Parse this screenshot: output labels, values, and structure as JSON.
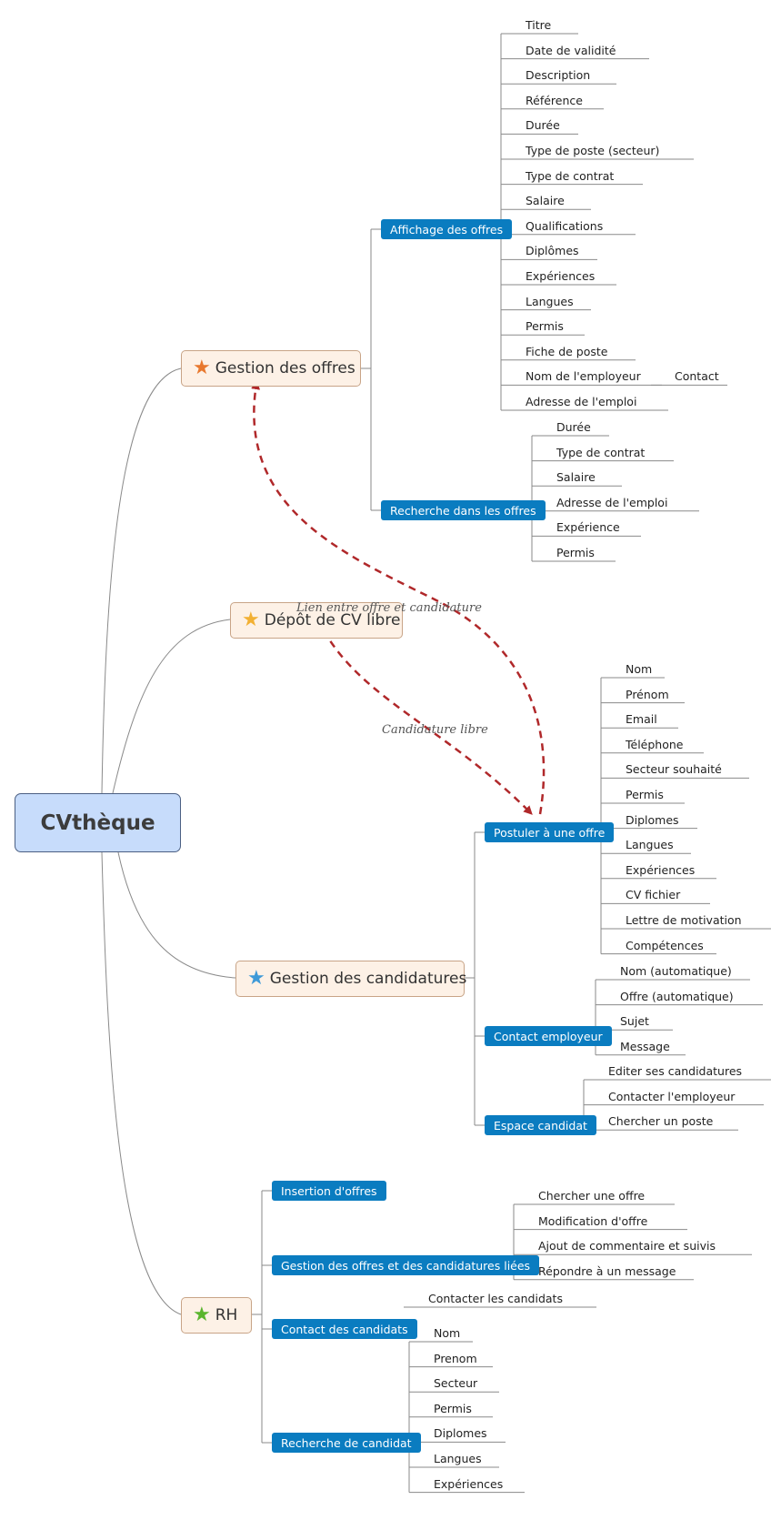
{
  "diagram": {
    "root": "CVthèque",
    "branches": [
      {
        "label": "Gestion des offres",
        "star_color": "#e8782e",
        "subtopics": [
          {
            "label": "Affichage des offres",
            "items": [
              "Titre",
              "Date de validité",
              "Description",
              "Référence",
              "Durée",
              "Type de poste (secteur)",
              "Type de contrat",
              "Salaire",
              "Qualifications",
              "Diplômes",
              "Expériences",
              "Langues",
              "Permis",
              "Fiche de poste",
              "Nom de l'employeur",
              "Adresse de l'emploi"
            ],
            "extra": "Contact"
          },
          {
            "label": "Recherche dans les offres",
            "items": [
              "Durée",
              "Type de contrat",
              "Salaire",
              "Adresse de l'emploi",
              "Expérience",
              "Permis"
            ]
          }
        ]
      },
      {
        "label": "Dépôt de CV libre",
        "star_color": "#f2b033",
        "subtopics": []
      },
      {
        "label": "Gestion des candidatures",
        "star_color": "#3f9ad8",
        "subtopics": [
          {
            "label": "Postuler à une offre",
            "items": [
              "Nom",
              "Prénom",
              "Email",
              "Téléphone",
              "Secteur souhaité",
              "Permis",
              "Diplomes",
              "Langues",
              "Expériences",
              "CV fichier",
              "Lettre de motivation",
              "Compétences"
            ]
          },
          {
            "label": "Contact employeur",
            "items": [
              "Nom (automatique)",
              "Offre (automatique)",
              "Sujet",
              "Message"
            ]
          },
          {
            "label": "Espace candidat",
            "items": [
              "Editer ses candidatures",
              "Contacter l'employeur",
              "Chercher un poste"
            ]
          }
        ]
      },
      {
        "label": "RH",
        "star_color": "#5ab52e",
        "subtopics": [
          {
            "label": "Insertion d'offres",
            "items": []
          },
          {
            "label": "Gestion des offres et des candidatures liées",
            "items": [
              "Chercher une offre",
              "Modification d'offre",
              "Ajout de commentaire et suivis",
              "Répondre à un message"
            ]
          },
          {
            "label": "Contact des candidats",
            "items": [
              "Contacter les candidats"
            ]
          },
          {
            "label": "Recherche de candidat",
            "items": [
              "Nom",
              "Prenom",
              "Secteur",
              "Permis",
              "Diplomes",
              "Langues",
              "Expériences"
            ]
          }
        ]
      }
    ],
    "relationships": [
      {
        "label": "Lien entre offre et candidature"
      },
      {
        "label": "Candidature libre"
      }
    ],
    "colors": {
      "root_fill": "#c7dcfb",
      "topic_fill": "#fdf1e6",
      "subtopic_fill": "#0a7cc0",
      "relationship": "#b0282a"
    }
  }
}
